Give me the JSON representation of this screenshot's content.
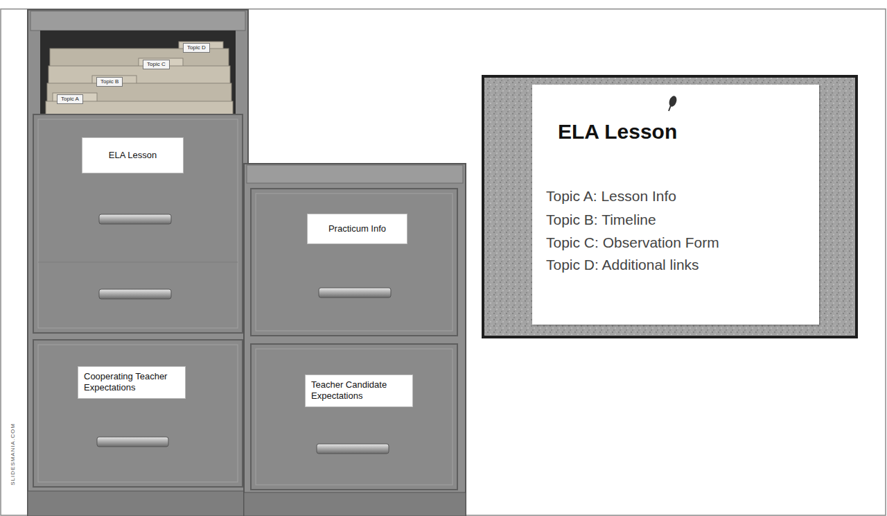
{
  "diagram": {
    "nodes": [
      {
        "text": [
          "Topic D"
        ]
      },
      {
        "text": [
          "Topic C"
        ]
      },
      {
        "text": [
          "Topic B"
        ]
      },
      {
        "text": [
          "Topic A"
        ]
      },
      {
        "text": [
          "ELA Lesson"
        ]
      },
      {
        "text": [
          "Practicum Info"
        ]
      },
      {
        "text": [
          "Cooperating Teacher Expectations"
        ]
      },
      {
        "text": [
          "Teacher Candidate Expectations"
        ]
      },
      {
        "text": [
          "ELA Lesson",
          "Topic A: Lesson Info",
          "Topic B: Timeline",
          "Topic C: Observation Form",
          "Topic D: Additional links"
        ]
      }
    ],
    "labels": [
      "SLIDESMANIA.COM"
    ]
  }
}
